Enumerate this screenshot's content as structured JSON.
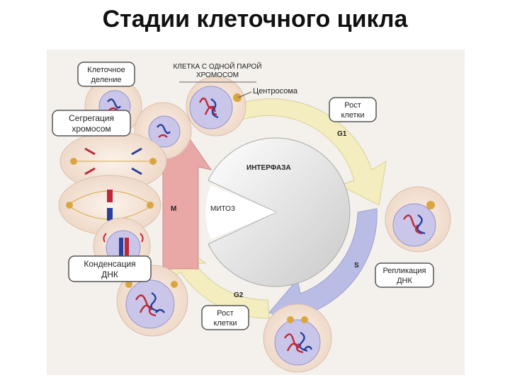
{
  "title": "Стадии клеточного цикла",
  "diagram": {
    "top_label_line1": "КЛЕТКА С ОДНОЙ ПАРОЙ",
    "top_label_line2": "ХРОМОСОМ",
    "centrosome": "Центросома",
    "interphase": "ИНТЕРФАЗА",
    "mitosis": "МИТОЗ",
    "phase_m": "M",
    "phase_g1": "G1",
    "phase_s": "S",
    "phase_g2": "G2",
    "boxes": {
      "cell_division_line1": "Клеточное",
      "cell_division_line2": "деление",
      "segregation_line1": "Сегрегация",
      "segregation_line2": "хромосом",
      "condensation_line1": "Конденсация",
      "condensation_line2": "ДНК",
      "growth_g1_line1": "Рост",
      "growth_g1_line2": "клетки",
      "replication_line1": "Репликация",
      "replication_line2": "ДНК",
      "growth_g2_line1": "Рост",
      "growth_g2_line2": "клетки"
    }
  },
  "colors": {
    "g1_arrow": "#f3edbf",
    "s_arrow": "#b9bde6",
    "m_arrow": "#e9a8a6",
    "nucleus": "#c9c6ea",
    "cell": "#f4e6dc",
    "dna_red": "#c0283a",
    "dna_blue": "#2a3f9a",
    "centrosome": "#d9a640"
  }
}
